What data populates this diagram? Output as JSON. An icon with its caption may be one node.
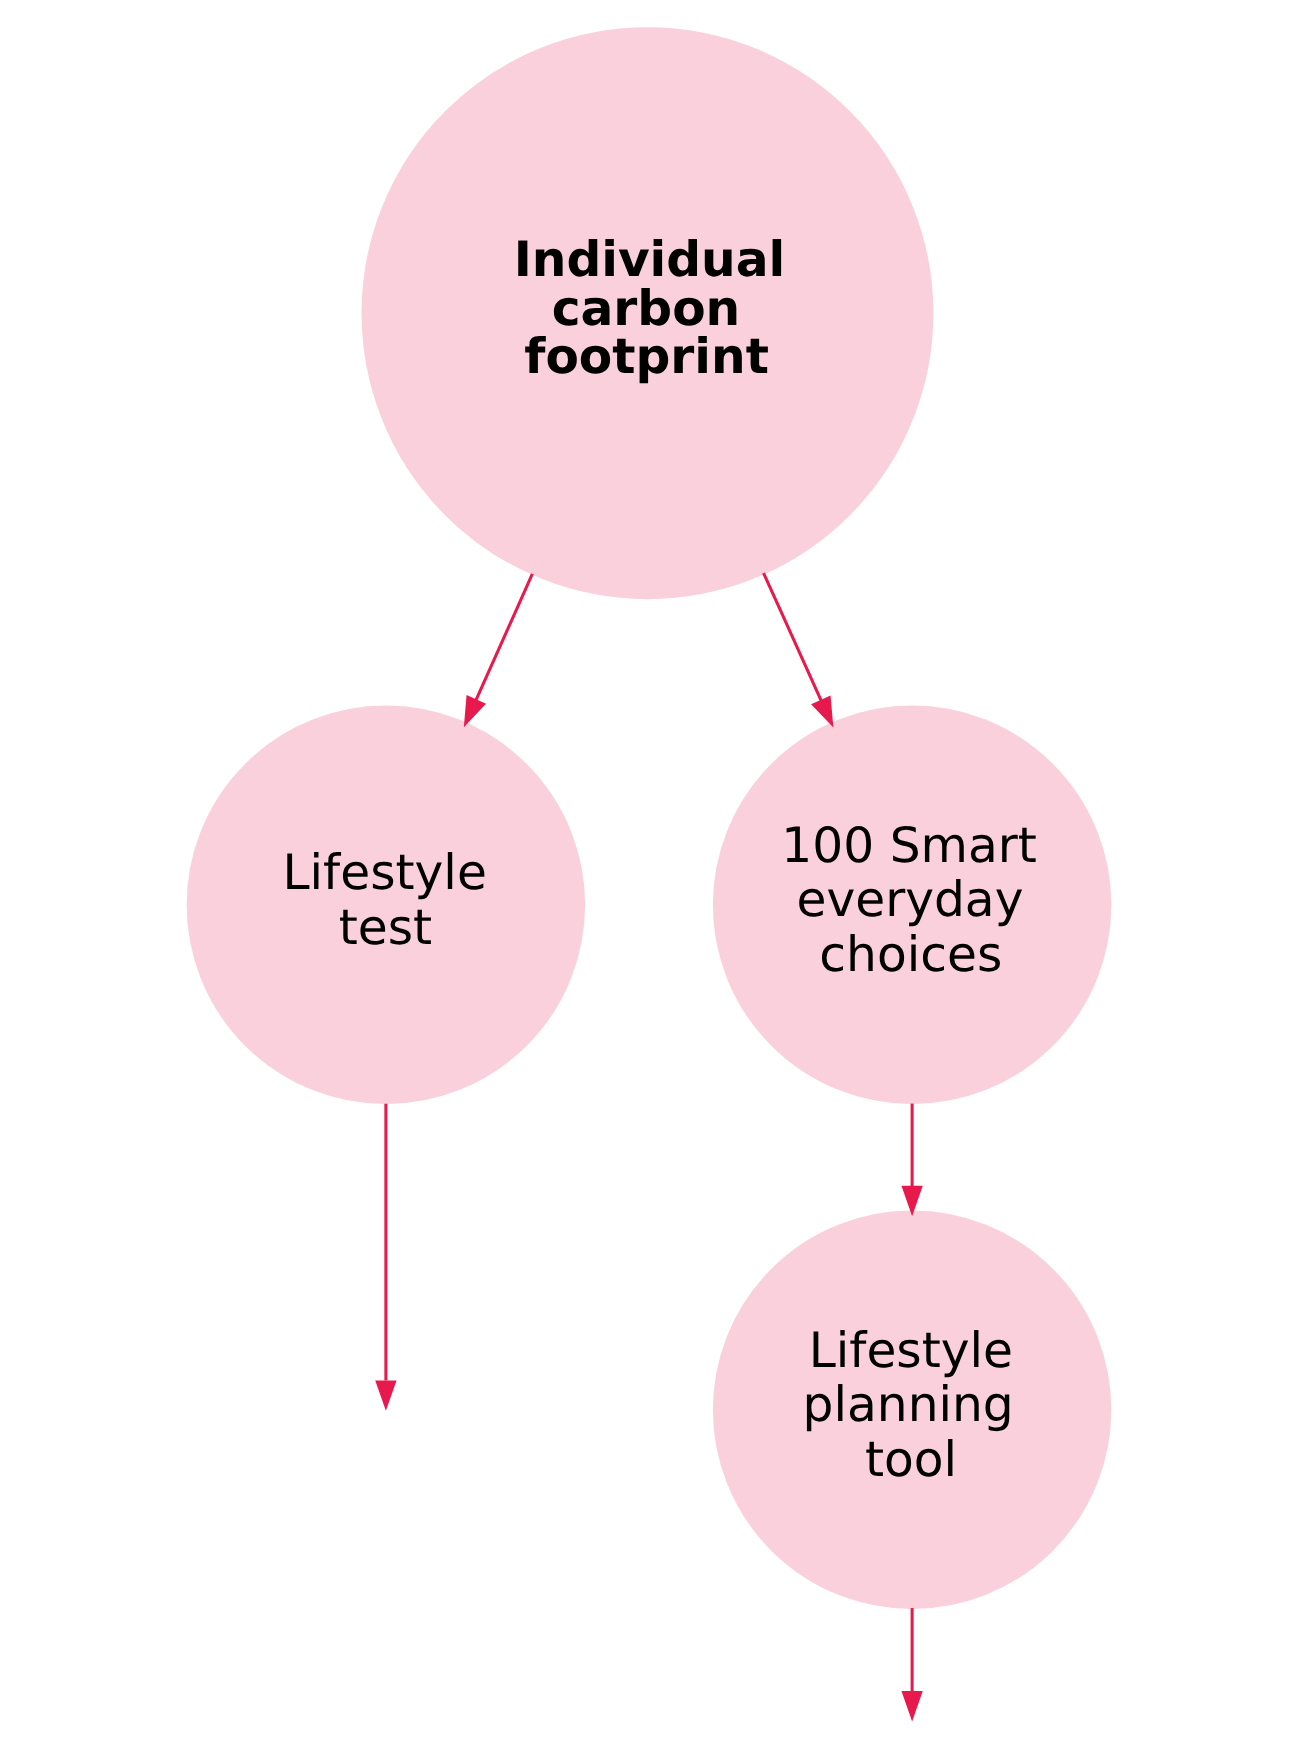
{
  "diagram": {
    "nodes": [
      {
        "text": [
          "Individual carbon footprint"
        ]
      },
      {
        "text": [
          "Lifestyle test"
        ]
      },
      {
        "text": [
          "100 Smart everyday choices"
        ]
      },
      {
        "text": [
          "Lifestyle planning tool"
        ]
      }
    ],
    "edges": [
      {
        "from": 0,
        "to": 2,
        "arrow": "to"
      },
      {
        "from": 0,
        "to": 1,
        "arrow": "to"
      },
      {
        "from": 2,
        "to": 3,
        "arrow": "to"
      },
      {
        "from": 1,
        "to": null,
        "arrow": "to"
      },
      {
        "from": 3,
        "to": null,
        "arrow": "to"
      }
    ]
  }
}
